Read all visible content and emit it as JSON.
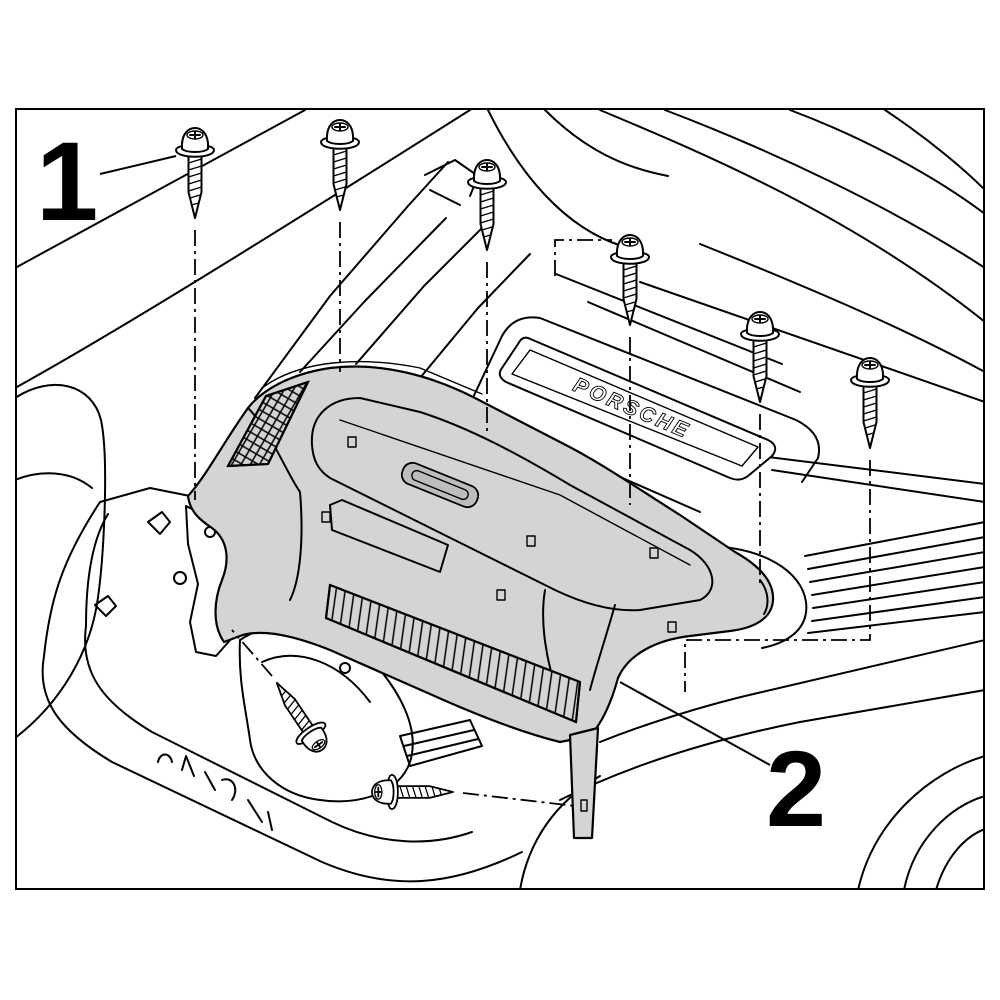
{
  "figure": {
    "callouts": [
      {
        "label": "1"
      },
      {
        "label": "2"
      }
    ],
    "cover_lettering": "PORSCHE"
  },
  "colors": {
    "background": "#ffffff",
    "line": "#000000",
    "panel_fill": "#d4d4d4"
  }
}
